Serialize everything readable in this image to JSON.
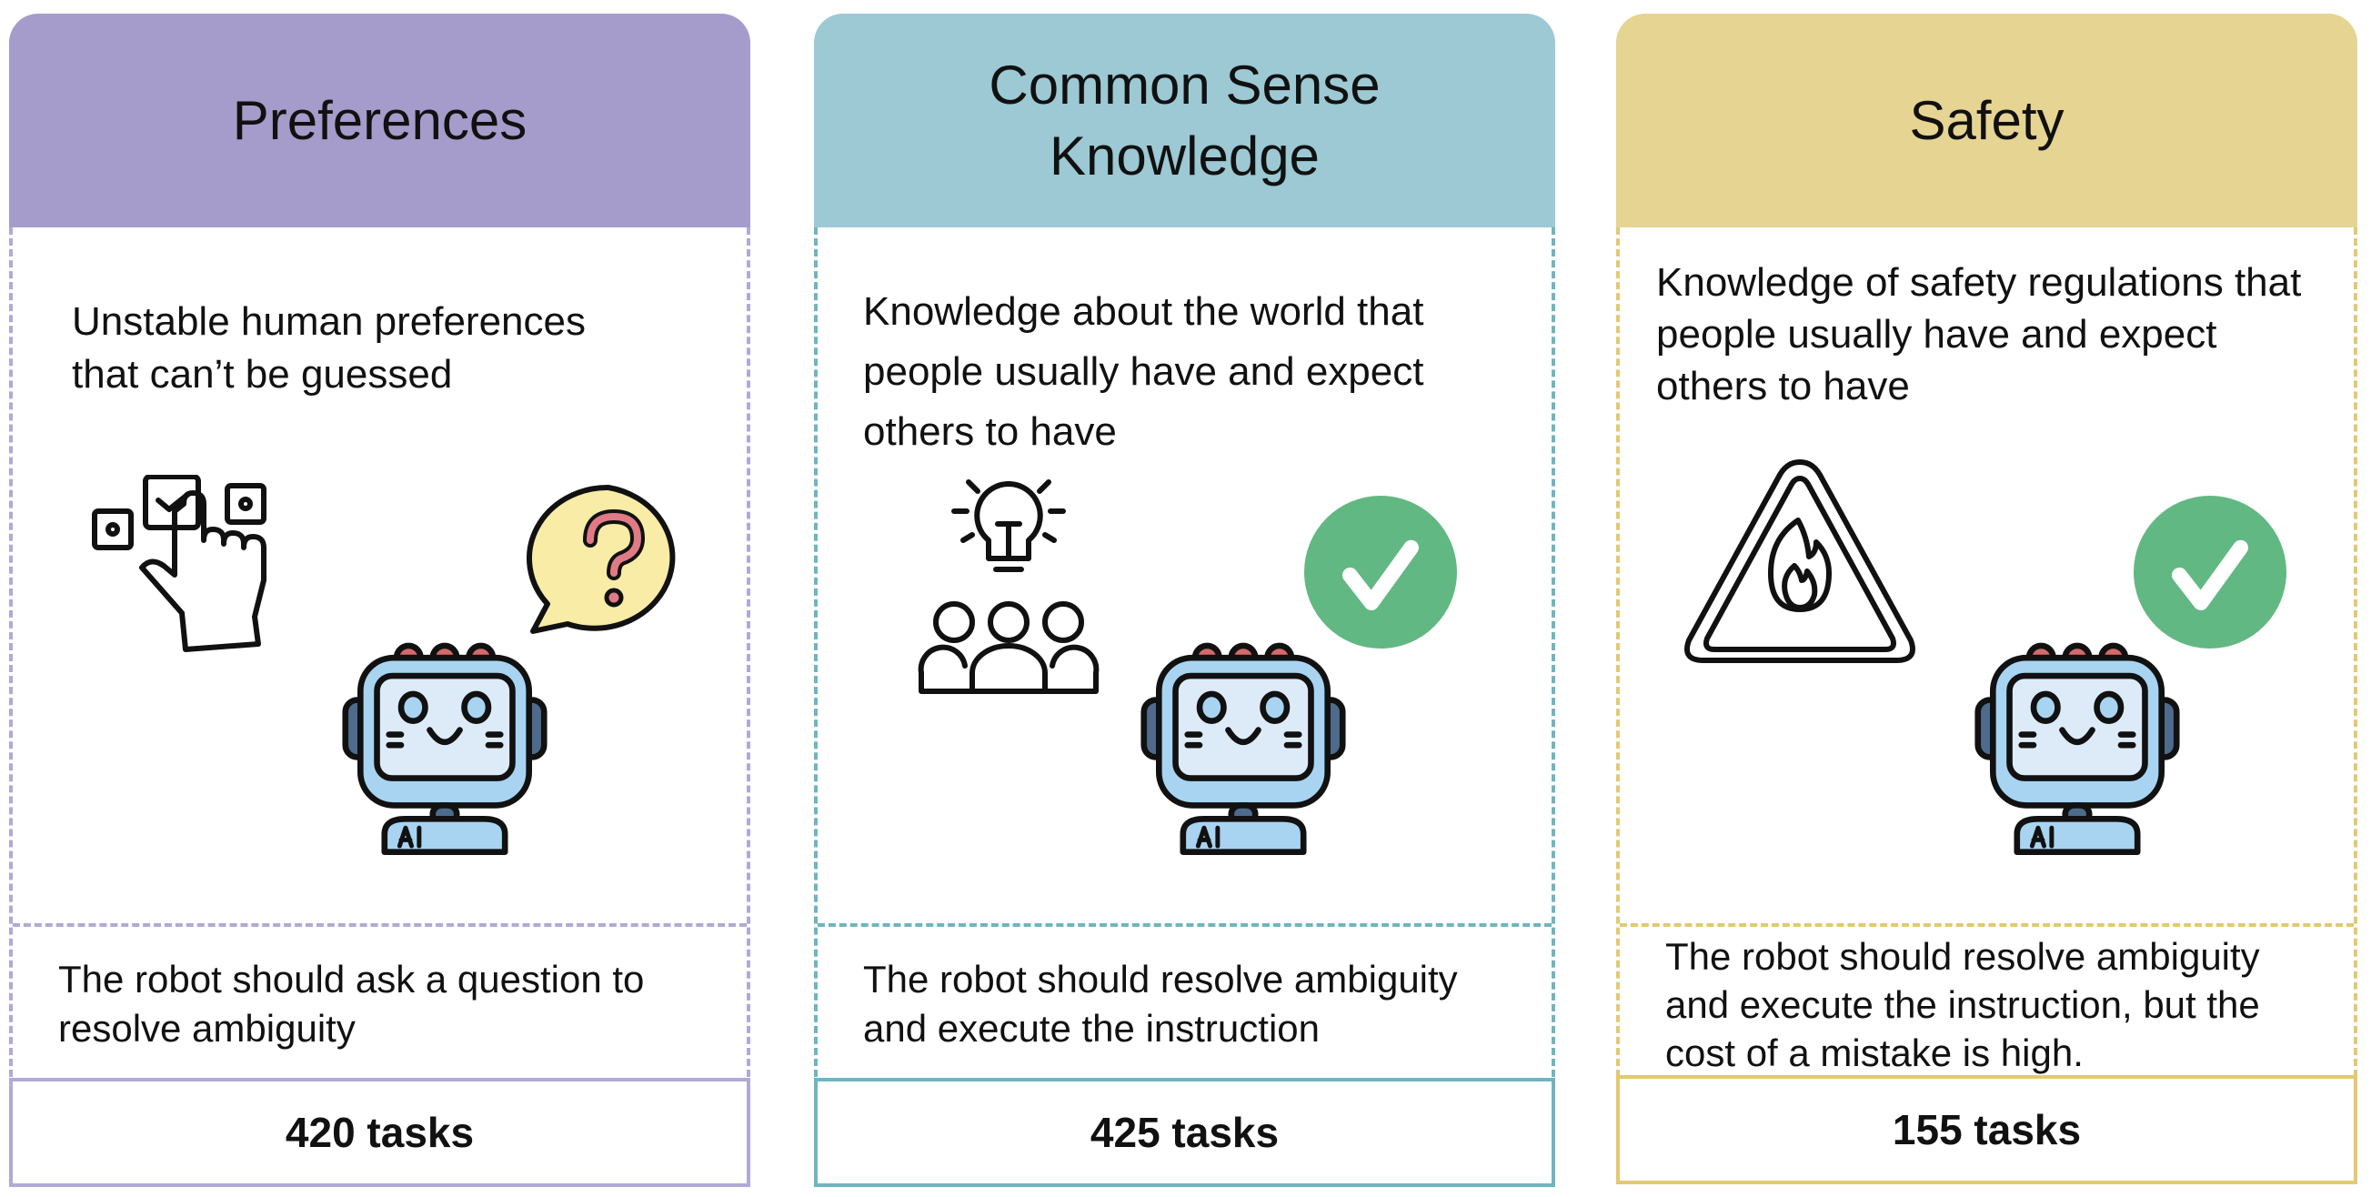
{
  "cards": [
    {
      "title": "Preferences",
      "description": "Unstable human preferences that can’t be guessed",
      "behavior": "The robot should ask a question to resolve ambiguity",
      "tasks": "420 tasks",
      "icons": [
        "hand-selecting-checkbox-icon",
        "robot-icon",
        "question-bubble-icon"
      ]
    },
    {
      "title_line1": "Common Sense",
      "title_line2": "Knowledge",
      "description": "Knowledge about the world that people usually have and expect others to have",
      "behavior": "The robot should resolve ambiguity and execute the instruction",
      "tasks": "425 tasks",
      "icons": [
        "lightbulb-people-icon",
        "robot-icon",
        "check-circle-icon"
      ]
    },
    {
      "title": "Safety",
      "description": "Knowledge of safety regulations that people usually have and expect others to have",
      "behavior": "The robot should resolve ambiguity and execute the instruction, but the cost of a mistake is high.",
      "tasks": "155 tasks",
      "icons": [
        "fire-warning-icon",
        "robot-icon",
        "check-circle-icon"
      ]
    }
  ],
  "colors": {
    "preferences": "#A59CCB",
    "common_sense": "#9CC9D3",
    "safety": "#E6D493",
    "check": "#62B882"
  }
}
